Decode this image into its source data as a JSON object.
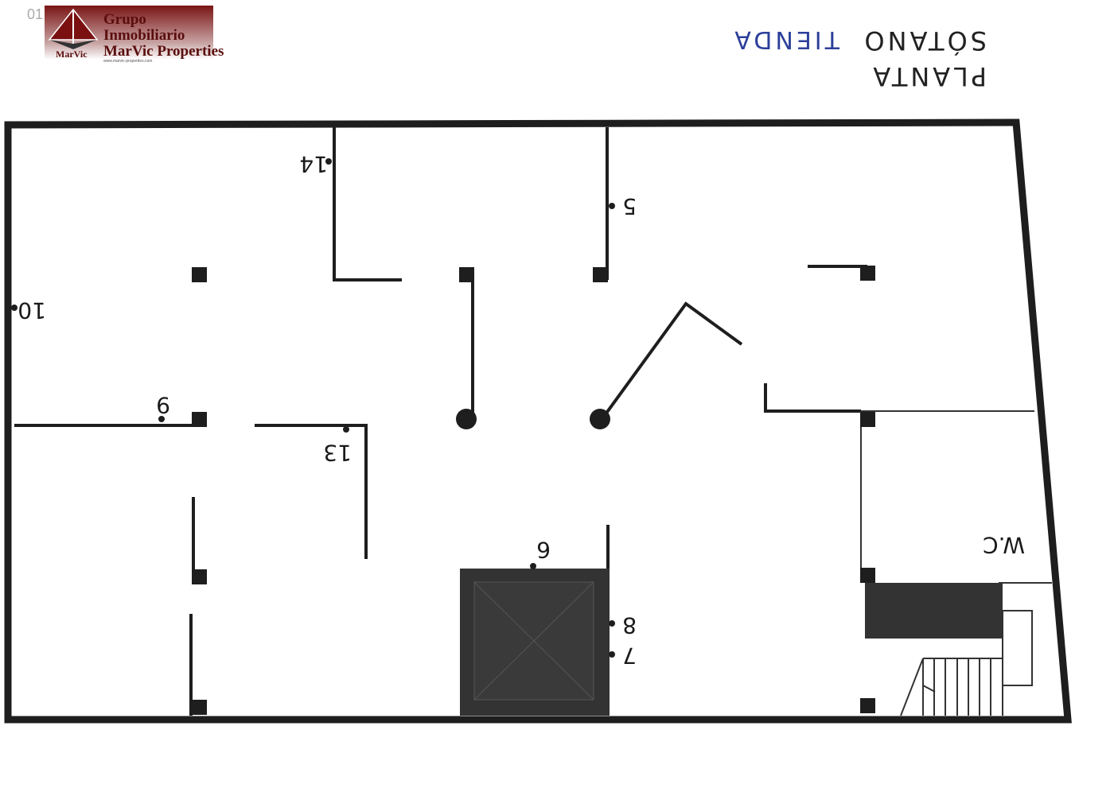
{
  "logo": {
    "line1": "Grupo",
    "line2": "Inmobiliario",
    "line3": "MarVic Properties",
    "mark": "MarVic",
    "url": "www.marvic-properties.com",
    "color": "#7a1414"
  },
  "corner_note": "01",
  "heading": {
    "line1": "PLANTA",
    "line2": "SÓTANO",
    "handwritten": "TIENDA"
  },
  "rooms": {
    "wc": "W.C"
  },
  "markers": {
    "m14": "14",
    "m5": "5",
    "m10": "10",
    "m9": "9",
    "m13": "13",
    "m6": "6",
    "m8": "8",
    "m7": "7"
  },
  "colors": {
    "wall": "#1e1e1e",
    "fill": "#333333",
    "ink": "#2c3f9a"
  }
}
